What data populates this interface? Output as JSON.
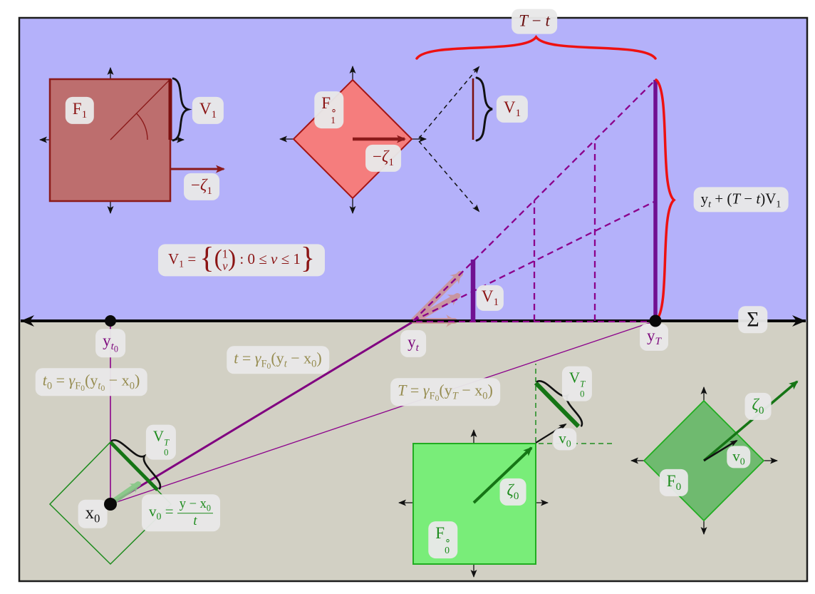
{
  "figure_description": "Gauge / support-set flow diagram with upper region F1 sets and lower region F0 sets separated by hyperplane Sigma",
  "palette": {
    "upper_region": "#b4b1fa",
    "lower_region": "#d2d0c4",
    "dark_red": "#8b1a1a",
    "light_red_fill": "#f57d7d",
    "dull_red_fill": "#bd6e6e",
    "bright_red": "#ee1111",
    "purple_line": "#8b008b",
    "purple_bar": "#701091",
    "salmon_arrow": "#cc9191",
    "green_dark": "#157515",
    "green_mid_fill": "#6fba6f",
    "green_bright_fill": "#79ed79",
    "green_outline": "#1e8c1e",
    "pale_green_arrow": "#85c885",
    "olive_text": "#968c50",
    "label_bg": "#e8e8e8",
    "frame": "#1c1c1c"
  },
  "labels": {
    "f1": "F<sub>1</sub>",
    "v1_topleft": "V<sub>1</sub>",
    "neg_zeta1_left": "−<i>ζ</i><sub>1</sub>",
    "f1_polar": "F<span class=\"stk\"><span>∘</span><span>1</span></span>",
    "neg_zeta1_mid": "−<i>ζ</i><sub>1</sub>",
    "v1_polar": "V<sub>1</sub>",
    "t_minus_t": "<i>T</i> − <i>t</i>",
    "v1_formula": "V<sub>1</sub> = <span class=\"brc\">{</span><span class=\"tp\">(</span><span class=\"vec\"><span>1</span><span><i>v</i></span></span><span class=\"tp\">)</span> : 0 ≤ <i>v</i> ≤ 1<span class=\"brc\">}</span>",
    "v1_small": "V<sub>1</sub>",
    "yt_sum": "y<sub><i>t</i></sub> + (<i>T</i> − <i>t</i>)V<sub>1</sub>",
    "sigma": "Σ",
    "y_t0": "y<sub><i>t</i><sub>0</sub></sub>",
    "y_t": "y<sub><i>t</i></sub>",
    "y_T": "y<sub><i>T</i></sub>",
    "t0_formula": "<i>t</i><sub>0</sub> = <i>γ</i><sub>F<sub>0</sub></sub>(y<sub><i>t</i><sub>0</sub></sub> − x<sub>0</sub>)",
    "t_formula": "<i>t</i> = <i>γ</i><sub>F<sub>0</sub></sub>(y<sub><i>t</i></sub> − x<sub>0</sub>)",
    "T_formula": "<i>T</i> = <i>γ</i><sub>F<sub>0</sub></sub>(y<sub><i>T</i></sub> − x<sub>0</sub>)",
    "v0T_left": "V<span class=\"stk\"><span><i>T</i></span><span>0</span></span>",
    "v0_formula": "v<sub>0</sub> = <span class=\"frac\"><span class=\"ftop\">y − x<sub>0</sub></span><span class=\"fbot\"><i>t</i></span></span>",
    "x0": "x<sub>0</sub>",
    "f0_polar": "F<span class=\"stk\"><span>∘</span><span>0</span></span>",
    "zeta0_mid": "<i>ζ</i><sub>0</sub>",
    "v0T_mid": "V<span class=\"stk\"><span><i>T</i></span><span>0</span></span>",
    "v0_mid": "v<sub>0</sub>",
    "f0": "F<sub>0</sub>",
    "zeta0_right": "<i>ζ</i><sub>0</sub>",
    "v0_right": "v<sub>0</sub>"
  }
}
